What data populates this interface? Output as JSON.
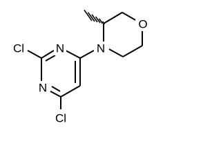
{
  "molecule": {
    "atoms": {
      "cl_top": "Cl",
      "cl_bottom": "Cl",
      "n_ring_upper": "N",
      "n_ring_lower": "N",
      "n_morpholine": "N",
      "o_morpholine": "O"
    }
  }
}
